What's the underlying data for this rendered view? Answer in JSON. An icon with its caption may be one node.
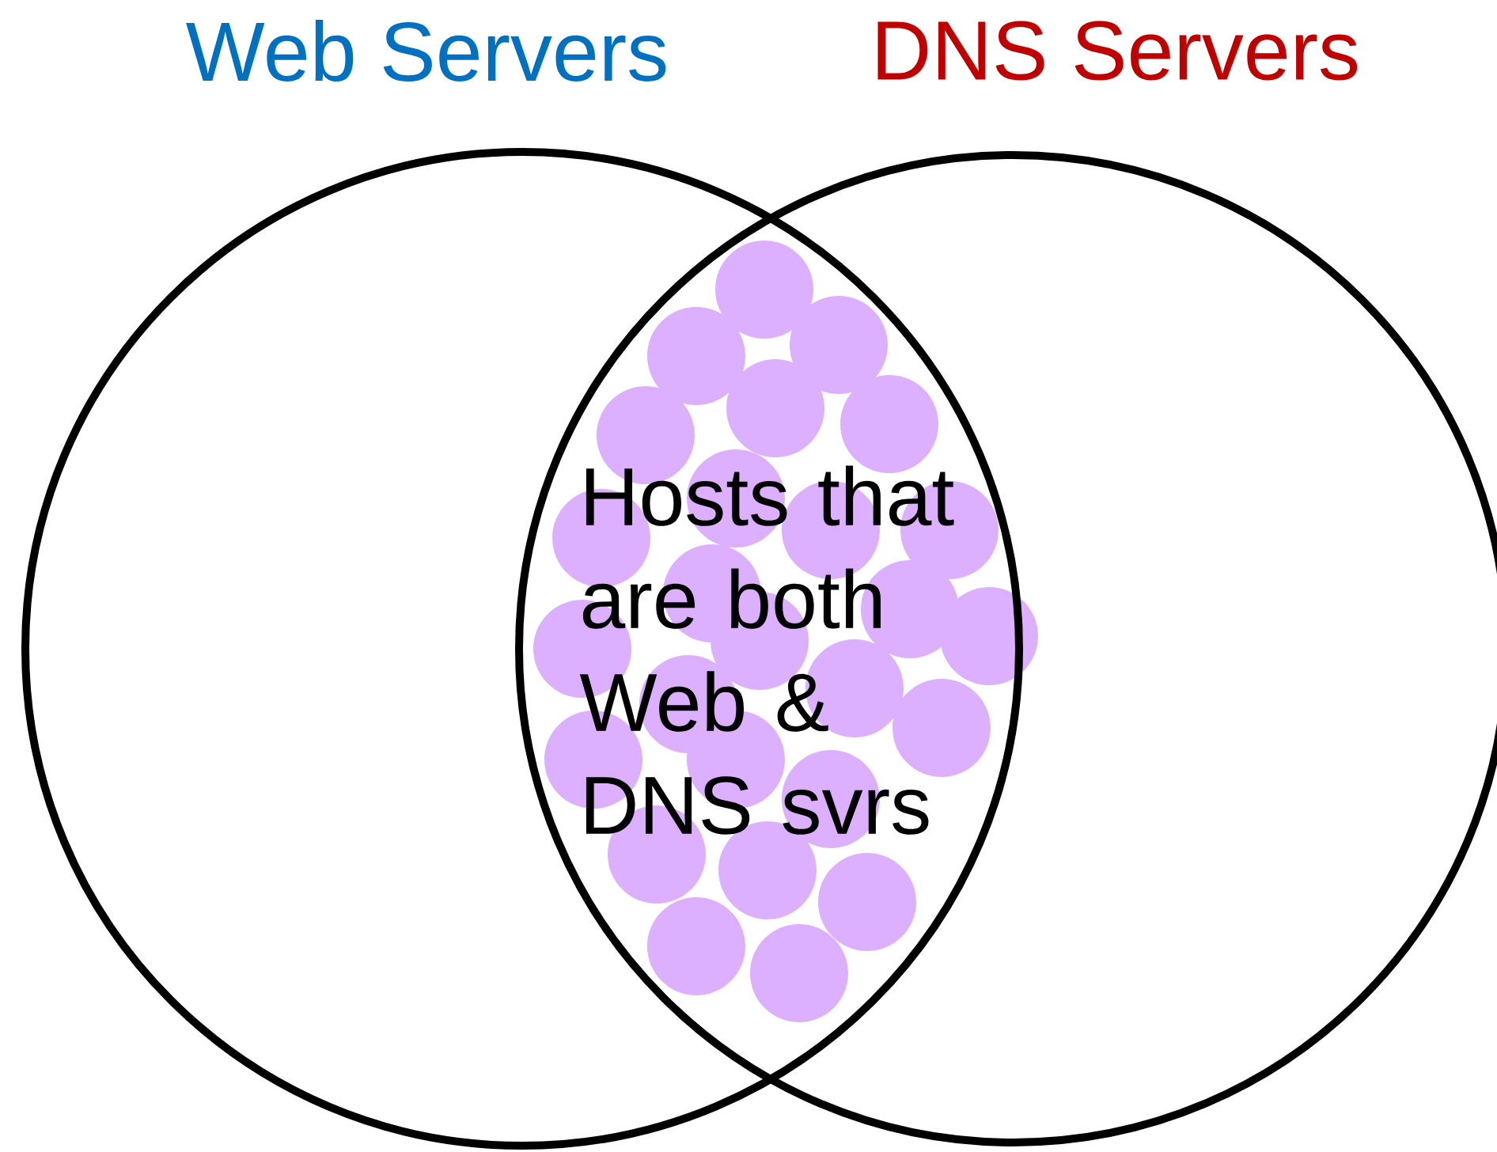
{
  "diagram": {
    "nodes": [
      {
        "text": [
          "Web Servers"
        ]
      },
      {
        "text": [
          "DNS Servers"
        ]
      }
    ],
    "labels": [
      "Hosts that are both Web & DNS svrs"
    ]
  }
}
